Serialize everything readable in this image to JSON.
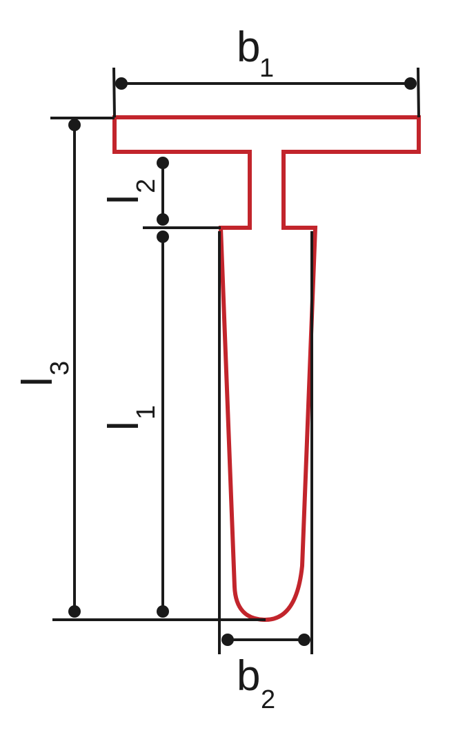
{
  "colors": {
    "profile": "#c2252c",
    "dimension": "#1a1a1a"
  },
  "labels": {
    "b1": {
      "main": "b",
      "sub": "1"
    },
    "b2": {
      "main": "b",
      "sub": "2"
    },
    "l1": {
      "main": "l",
      "sub": "1"
    },
    "l2": {
      "main": "l",
      "sub": "2"
    },
    "l3": {
      "main": "l",
      "sub": "3"
    }
  }
}
